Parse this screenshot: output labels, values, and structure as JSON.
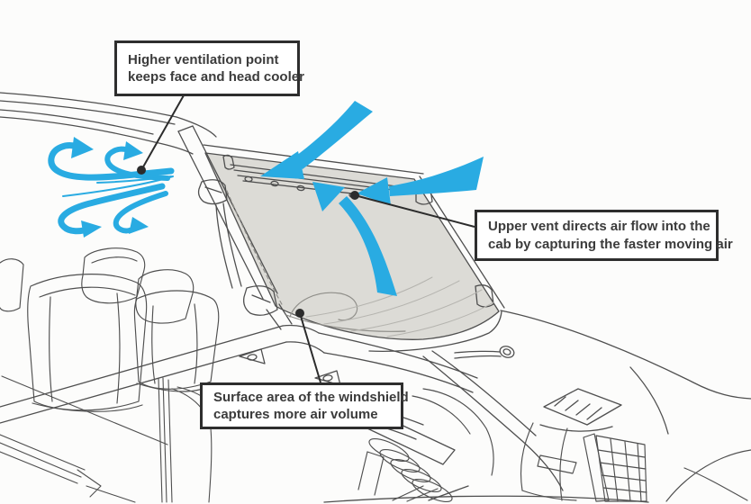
{
  "colors": {
    "background": "#fcfcfb",
    "accent_blue": "#29abe2",
    "line": "#4f4f4f",
    "line_light": "#b5b4af",
    "windshield_fill": "#dcdbd6",
    "callout_border": "#2e2e2e",
    "callout_text": "#3b3b3b",
    "leader": "#2c2c2c"
  },
  "callouts": [
    {
      "lines": [
        "Higher ventilation point",
        "keeps face and head cooler"
      ]
    },
    {
      "lines": [
        "Upper vent directs air flow into the",
        "cab by capturing the faster moving air"
      ]
    },
    {
      "lines": [
        "Surface area of the windshield",
        "captures more air volume"
      ]
    }
  ]
}
